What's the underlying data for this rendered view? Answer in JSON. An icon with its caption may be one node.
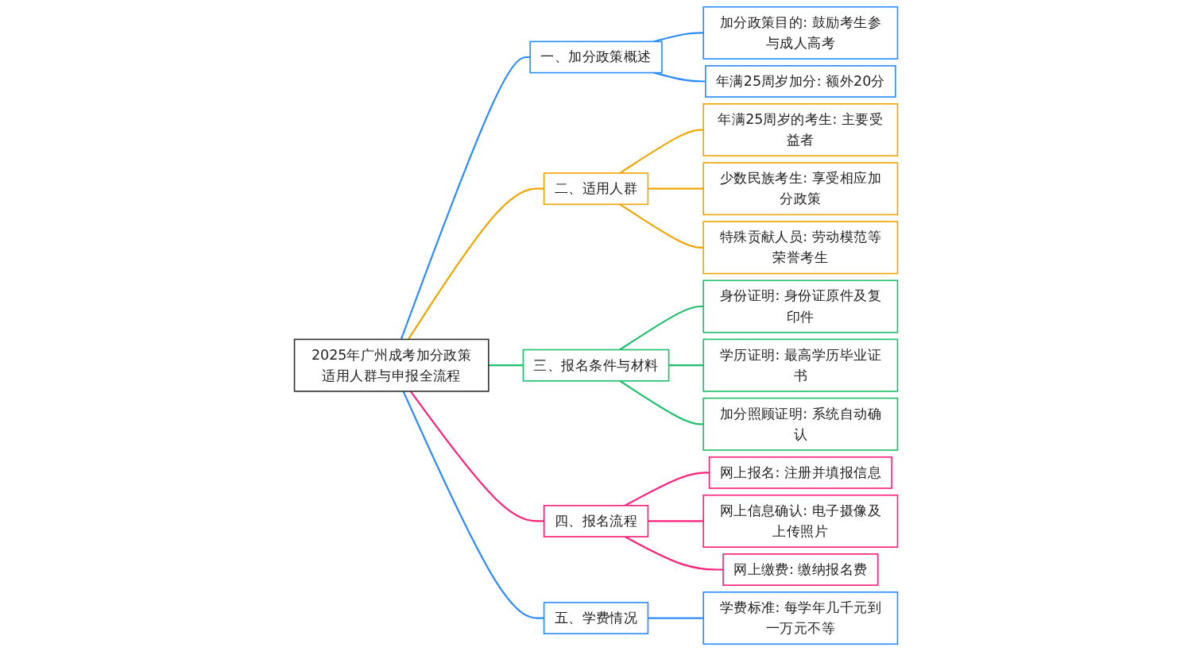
{
  "diagram": {
    "nodes": [
      {
        "text": [
          "2025年广州成考加分政策适用人群与申报全流程"
        ]
      },
      {
        "text": [
          "一、加分政策概述"
        ]
      },
      {
        "text": [
          "加分政策目的: 鼓励考生参与成人高考"
        ]
      },
      {
        "text": [
          "年满25周岁加分: 额外20分"
        ]
      },
      {
        "text": [
          "二、适用人群"
        ]
      },
      {
        "text": [
          "年满25周岁的考生: 主要受益者"
        ]
      },
      {
        "text": [
          "少数民族考生: 享受相应加分政策"
        ]
      },
      {
        "text": [
          "特殊贡献人员: 劳动模范等荣誉考生"
        ]
      },
      {
        "text": [
          "三、报名条件与材料"
        ]
      },
      {
        "text": [
          "身份证明: 身份证原件及复印件"
        ]
      },
      {
        "text": [
          "学历证明: 最高学历毕业证书"
        ]
      },
      {
        "text": [
          "加分照顾证明: 系统自动确认"
        ]
      },
      {
        "text": [
          "四、报名流程"
        ]
      },
      {
        "text": [
          "网上报名: 注册并填报信息"
        ]
      },
      {
        "text": [
          "网上信息确认: 电子摄像及上传照片"
        ]
      },
      {
        "text": [
          "网上缴费: 缴纳报名费"
        ]
      },
      {
        "text": [
          "五、学费情况"
        ]
      },
      {
        "text": [
          "学费标准: 每学年几千元到一万元不等"
        ]
      }
    ],
    "edges": [
      {
        "from": 0,
        "to": 1,
        "arrow": "none",
        "color": "#2b8cff"
      },
      {
        "from": 1,
        "to": 2,
        "arrow": "none",
        "color": "#2b8cff"
      },
      {
        "from": 1,
        "to": 3,
        "arrow": "none",
        "color": "#2b8cff"
      },
      {
        "from": 0,
        "to": 4,
        "arrow": "none",
        "color": "#f0a500"
      },
      {
        "from": 4,
        "to": 5,
        "arrow": "none",
        "color": "#f0a500"
      },
      {
        "from": 4,
        "to": 6,
        "arrow": "none",
        "color": "#f0a500"
      },
      {
        "from": 4,
        "to": 7,
        "arrow": "none",
        "color": "#f0a500"
      },
      {
        "from": 0,
        "to": 8,
        "arrow": "none",
        "color": "#1dbf6a"
      },
      {
        "from": 8,
        "to": 9,
        "arrow": "none",
        "color": "#1dbf6a"
      },
      {
        "from": 8,
        "to": 10,
        "arrow": "none",
        "color": "#1dbf6a"
      },
      {
        "from": 8,
        "to": 11,
        "arrow": "none",
        "color": "#1dbf6a"
      },
      {
        "from": 0,
        "to": 12,
        "arrow": "none",
        "color": "#ff1f78"
      },
      {
        "from": 12,
        "to": 13,
        "arrow": "none",
        "color": "#ff1f78"
      },
      {
        "from": 12,
        "to": 14,
        "arrow": "none",
        "color": "#ff1f78"
      },
      {
        "from": 12,
        "to": 15,
        "arrow": "none",
        "color": "#ff1f78"
      },
      {
        "from": 0,
        "to": 16,
        "arrow": "none",
        "color": "#2b8cff"
      },
      {
        "from": 16,
        "to": 17,
        "arrow": "none",
        "color": "#2b8cff"
      }
    ]
  }
}
